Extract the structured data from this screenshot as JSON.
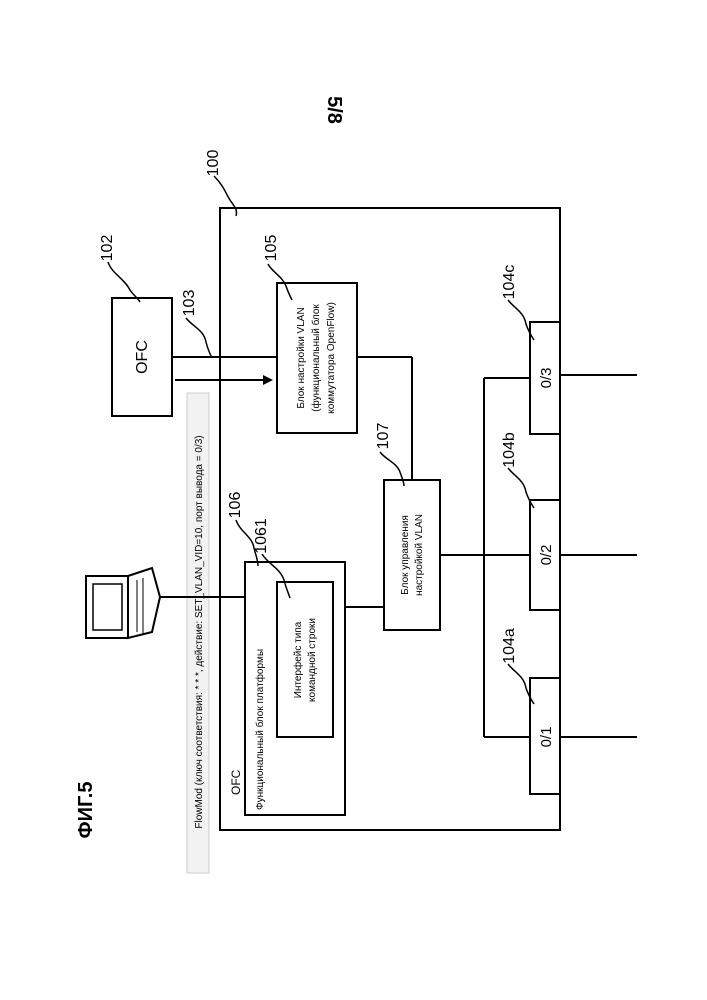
{
  "page_number": "5/8",
  "figure_title": "ФИГ.5",
  "flowmod_text": "FlowMod (ключ соответствия:  * * *, действие: SET_VLAN_VID=10,  порт вывода = 0/3)",
  "ofc": {
    "label": "OFC",
    "ref": "102"
  },
  "channel_ref": "103",
  "switch": {
    "ref": "100"
  },
  "vlan_setting": {
    "ref": "105",
    "line1": "Блок настройки VLAN",
    "line2": "(функциональный блок",
    "line3": "коммутатора OpenFlow)"
  },
  "vlan_control": {
    "ref": "107",
    "line1": "Блок управления",
    "line2": "настройкой VLAN"
  },
  "platform": {
    "ref": "106",
    "ofc_label": "OFC",
    "label": "Функциональный блок платформы"
  },
  "cli": {
    "ref": "1061",
    "line1": "Интерфейс типа",
    "line2": "командной строки"
  },
  "ports": [
    {
      "ref": "104a",
      "label": "0/1"
    },
    {
      "ref": "104b",
      "label": "0/2"
    },
    {
      "ref": "104c",
      "label": "0/3"
    }
  ]
}
